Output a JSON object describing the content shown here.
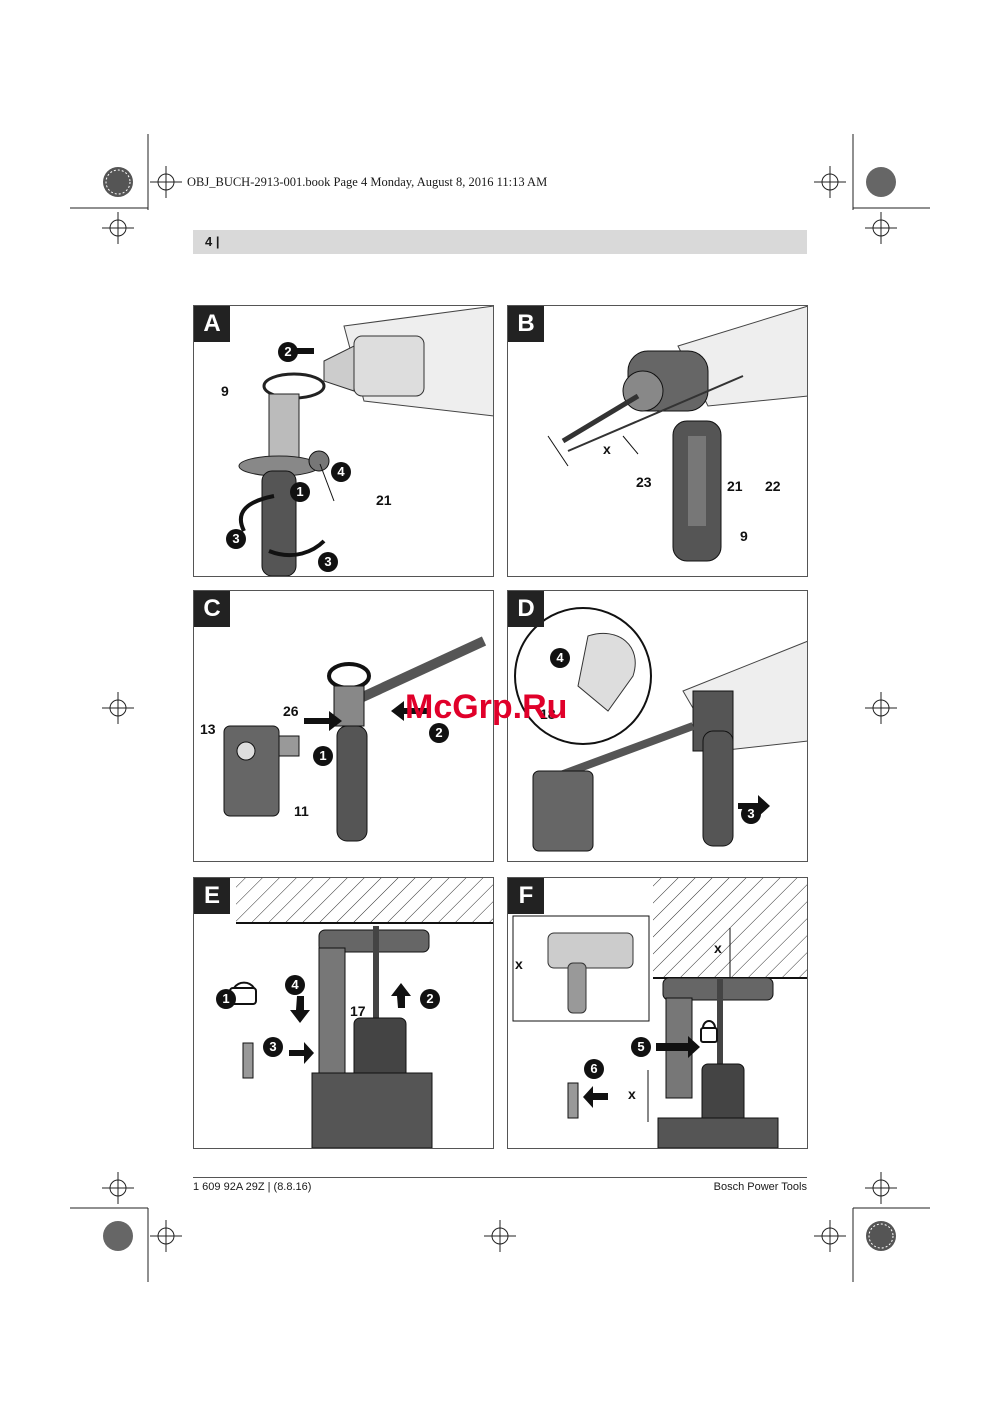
{
  "print_header": "OBJ_BUCH-2913-001.book  Page 4  Monday, August 8, 2016  11:13 AM",
  "page_number": "4 |",
  "watermark": "McGrp.Ru",
  "footer": {
    "left": "1 609 92A 29Z | (8.8.16)",
    "right": "Bosch Power Tools"
  },
  "panels": {
    "A": {
      "label": "A",
      "callouts": [
        "9",
        "21"
      ],
      "steps": [
        "2",
        "4",
        "1",
        "3",
        "3"
      ]
    },
    "B": {
      "label": "B",
      "callouts": [
        "x",
        "23",
        "21",
        "22",
        "9"
      ]
    },
    "C": {
      "label": "C",
      "callouts": [
        "26",
        "13",
        "11"
      ],
      "steps": [
        "1",
        "2"
      ]
    },
    "D": {
      "label": "D",
      "callouts": [
        "18"
      ],
      "steps": [
        "4",
        "3"
      ]
    },
    "E": {
      "label": "E",
      "callouts": [
        "17"
      ],
      "steps": [
        "1",
        "4",
        "2",
        "3"
      ]
    },
    "F": {
      "label": "F",
      "callouts": [
        "x",
        "x",
        "x"
      ],
      "steps": [
        "5",
        "6"
      ]
    }
  }
}
